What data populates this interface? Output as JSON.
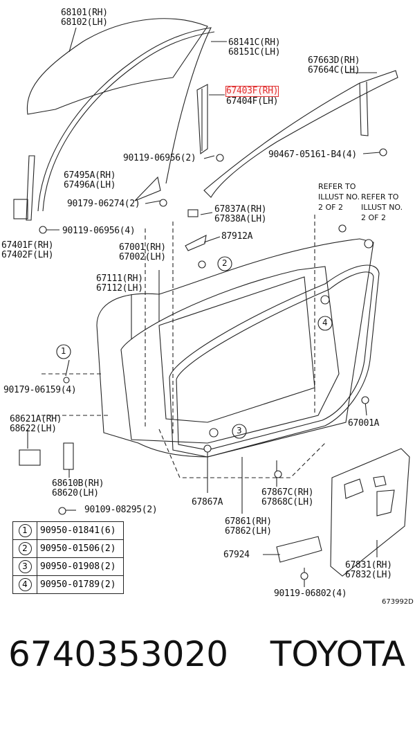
{
  "parts": {
    "p68101": "68101(RH)\n68102(LH)",
    "p68141": "68141C(RH)\n68151C(LH)",
    "p67663": "67663D(RH)\n67664C(LH)",
    "p67403": "67403F(RH)",
    "p67404": "67404F(LH)",
    "p90467": "90467-05161-B4(4)",
    "p90119a": "90119-06956(2)",
    "p67495": "67495A(RH)\n67496A(LH)",
    "p90179a": "90179-06274(2)",
    "p67837": "67837A(RH)\n67838A(LH)",
    "p90119b": "90119-06956(4)",
    "p87912": "87912A",
    "p67401": "67401F(RH)\n67402F(LH)",
    "p67001": "67001(RH)\n67002(LH)",
    "p67111": "67111(RH)\n67112(LH)",
    "p90179b": "90179-06159(4)",
    "p68621": "68621A(RH)\n68622(LH)",
    "p67001A": "67001A",
    "p68610": "68610B(RH)\n68620(LH)",
    "p90109": "90109-08295(2)",
    "p67867C": "67867C(RH)\n67868C(LH)",
    "p67867A": "67867A",
    "p67861": "67861(RH)\n67862(LH)",
    "p67924": "67924",
    "p67831": "67831(RH)\n67832(LH)",
    "p90119c": "90119-06802(4)",
    "ref1": "REFER TO\nILLUST NO.\n2 OF 2",
    "ref2": "REFER TO\nILLUST NO.\n2 OF 2",
    "illust_no": "673992D"
  },
  "callouts": {
    "c1": "1",
    "c2": "2",
    "c3": "3",
    "c4": "4"
  },
  "legend": [
    {
      "num": "1",
      "code": "90950-01841(6)"
    },
    {
      "num": "2",
      "code": "90950-01506(2)"
    },
    {
      "num": "3",
      "code": "90950-01908(2)"
    },
    {
      "num": "4",
      "code": "90950-01789(2)"
    }
  ],
  "footer": {
    "part_number": "6740353020",
    "brand": "TOYOTA"
  },
  "colors": {
    "highlight": "#e03030",
    "ink": "#111111"
  }
}
